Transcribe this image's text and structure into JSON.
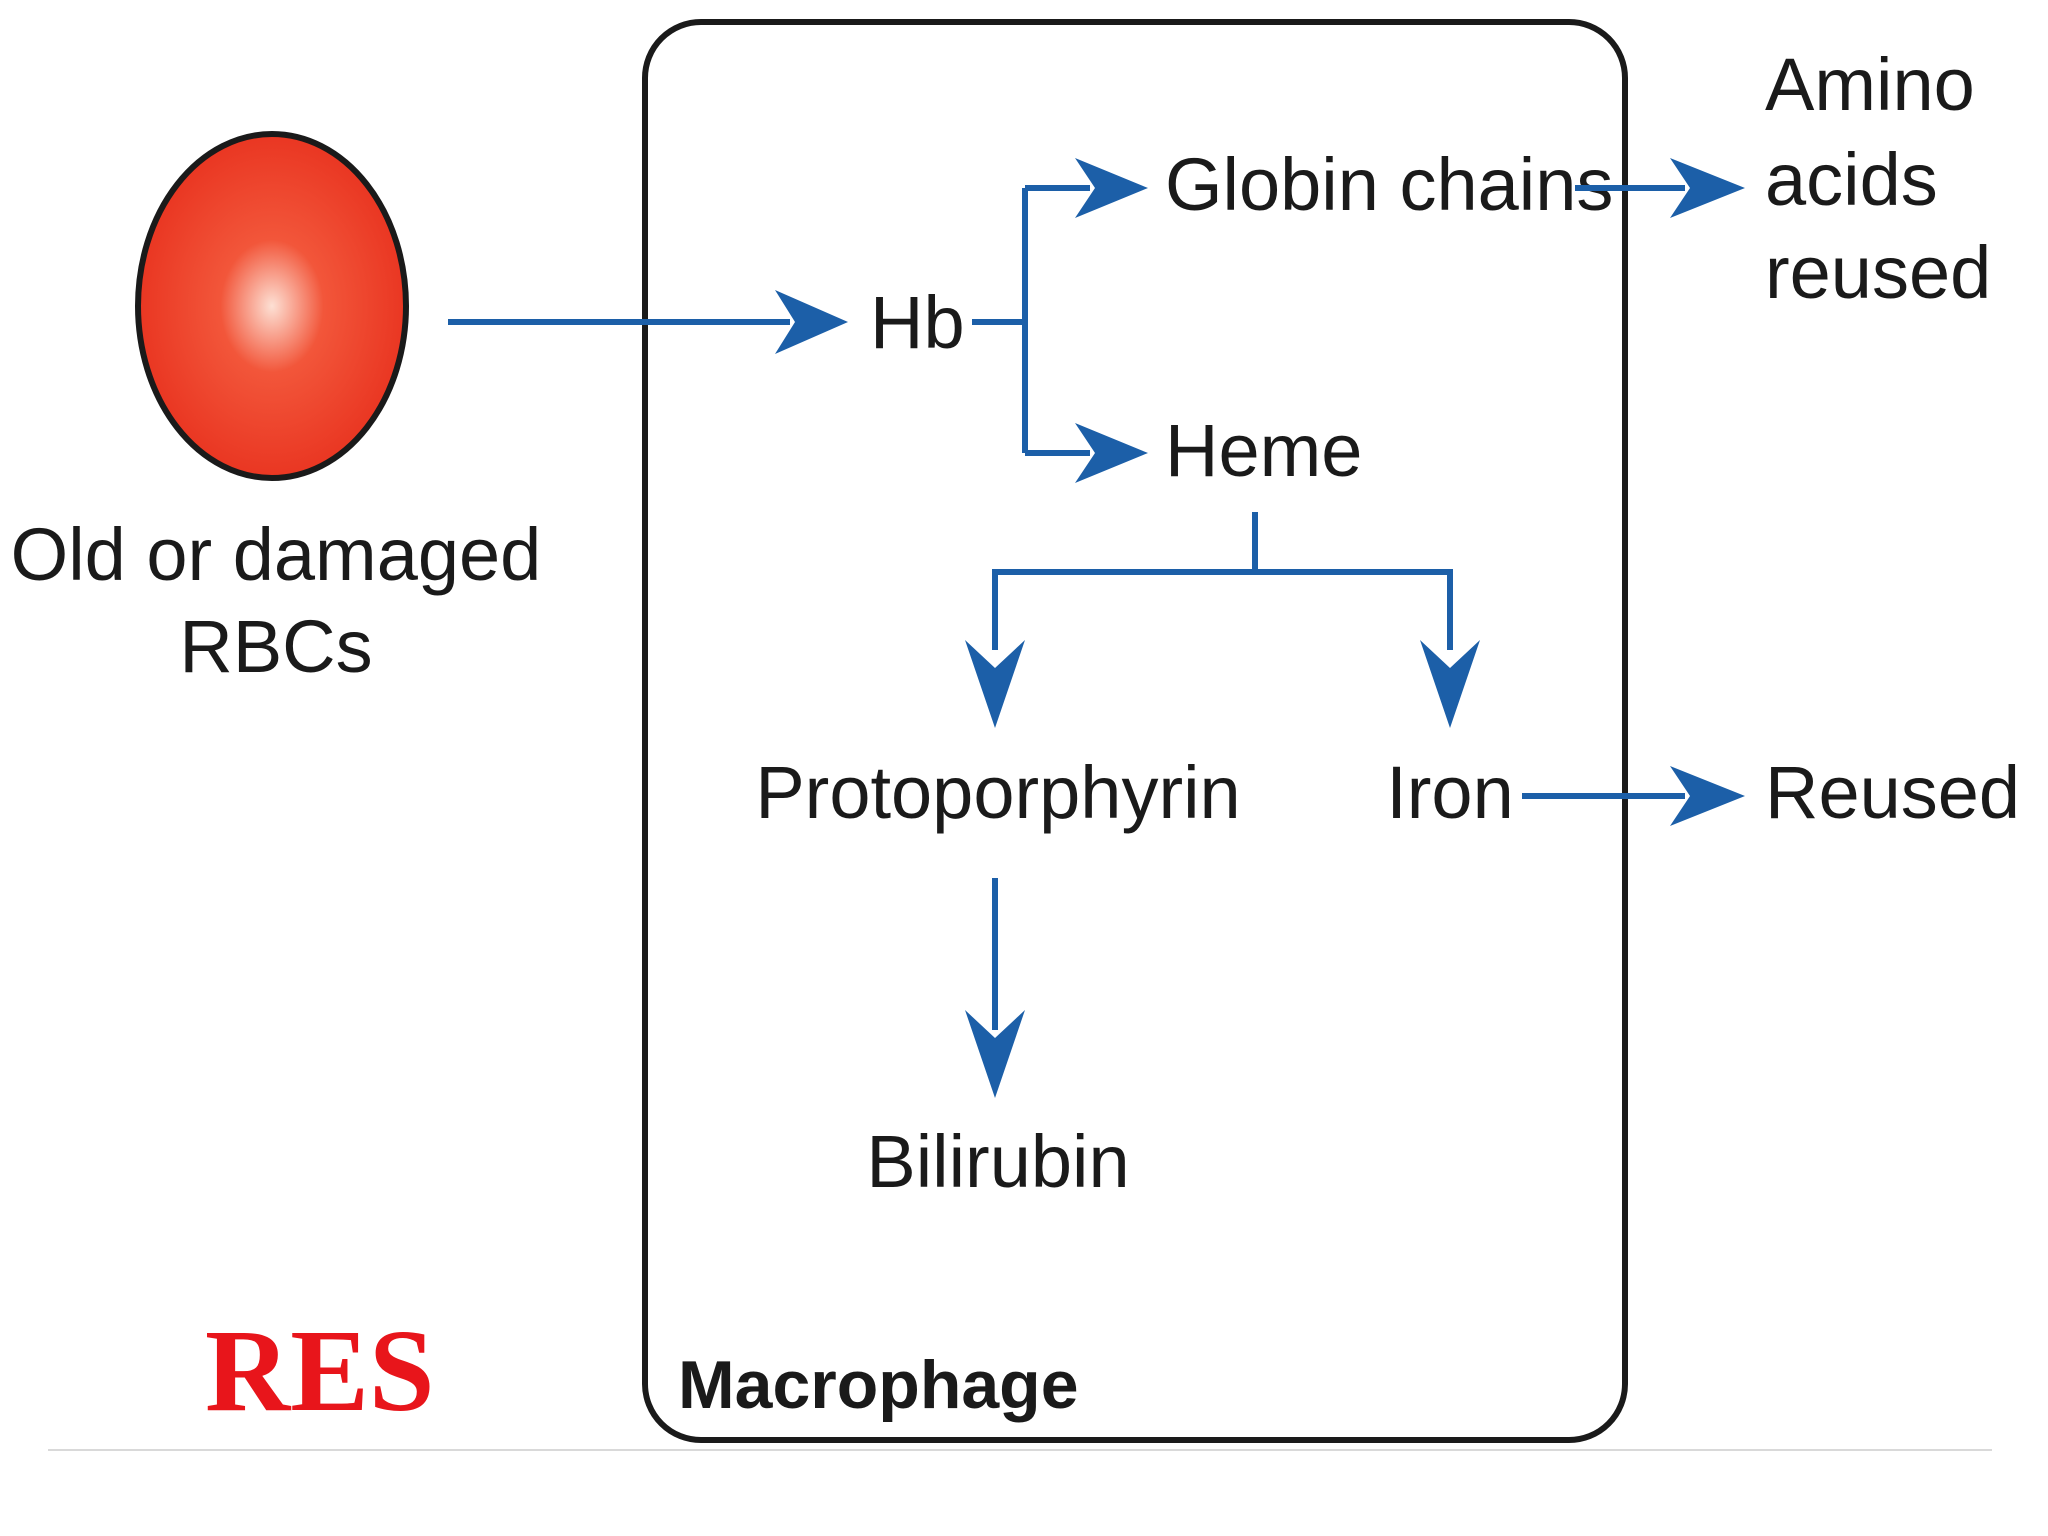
{
  "colors": {
    "arrow": "#1c5fa8",
    "cell_fill_center": "#fde0d4",
    "cell_fill_mid": "#f2563a",
    "cell_fill_edge": "#e8311e",
    "cell_outline": "#1a1a1a",
    "box_outline": "#1a1a1a",
    "res_text": "#e8151b",
    "divider": "#d9d9d9"
  },
  "cell": {
    "label_line1": "Old or damaged",
    "label_line2": "RBCs"
  },
  "macrophage": {
    "label": "Macrophage"
  },
  "nodes": {
    "hb": "Hb",
    "globin": "Globin chains",
    "heme": "Heme",
    "protoporphyrin": "Protoporphyrin",
    "iron": "Iron",
    "bilirubin": "Bilirubin",
    "amino_line1": "Amino",
    "amino_line2": "acids",
    "amino_line3": "reused",
    "reused": "Reused"
  },
  "footer": {
    "res": "RES"
  }
}
